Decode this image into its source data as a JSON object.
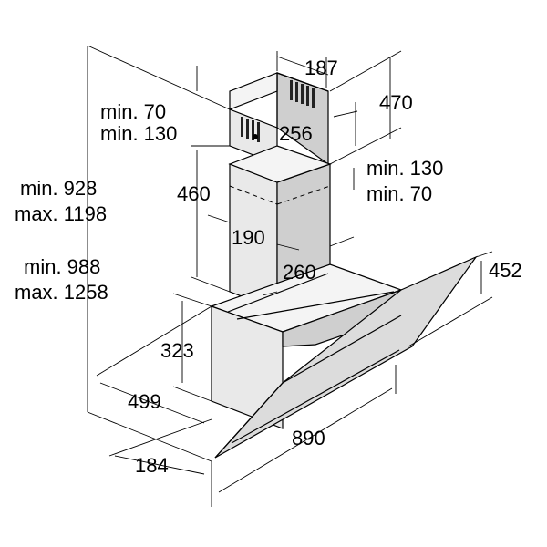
{
  "dimensions": {
    "chimney_width": "187",
    "chimney_top_height": "470",
    "min_70_upper": "min. 70",
    "min_130_upper": "min. 130",
    "chimney_depth": "256",
    "min_130_right": "min. 130",
    "min_70_right": "min. 70",
    "height_min_928": "min. 928",
    "height_max_1198": "max. 1198",
    "chimney_lower_height": "460",
    "inner_width": "190",
    "height_min_988": "min. 988",
    "height_max_1258": "max. 1258",
    "inner_depth": "260",
    "glass_height": "452",
    "body_height": "323",
    "body_depth": "499",
    "front_depth": "184",
    "total_width": "890"
  }
}
